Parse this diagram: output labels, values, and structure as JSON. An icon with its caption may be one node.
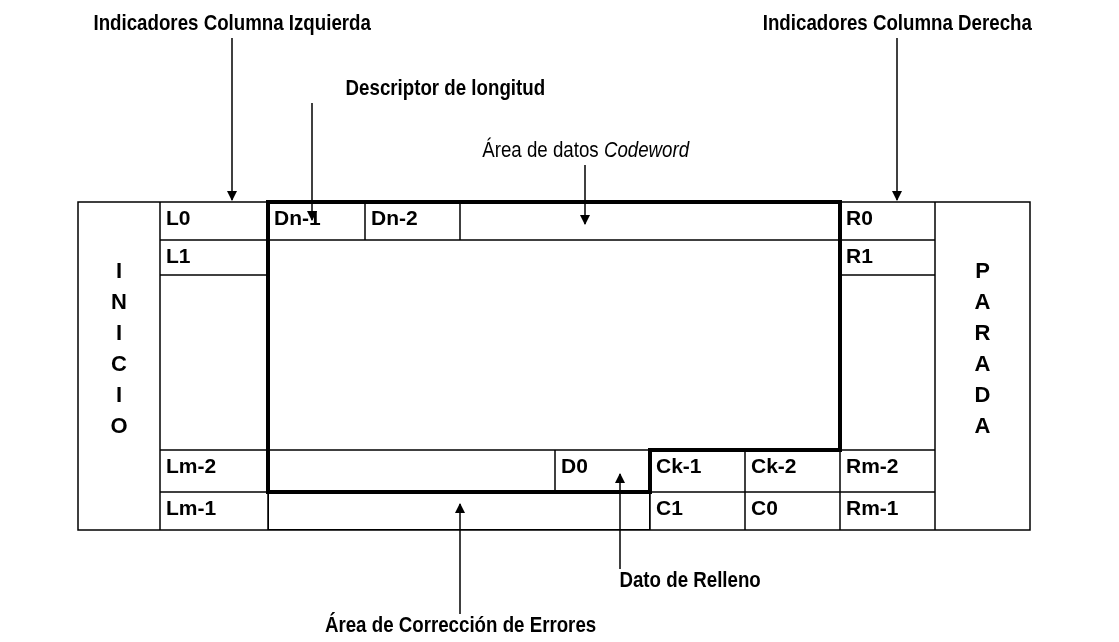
{
  "diagram": {
    "nodes": [
      {
        "text": [
          "Indicadores Columna Izquierda"
        ]
      },
      {
        "text": [
          "Indicadores Columna Derecha"
        ]
      },
      {
        "text": [
          "Descriptor de longitud"
        ]
      },
      {
        "text": [
          "Área de datos *Codeword*"
        ]
      },
      {
        "text": [
          "Dato de Relleno"
        ]
      },
      {
        "text": [
          "Área de Corrección de Errores"
        ]
      },
      {
        "text": [
          "INICIO"
        ]
      },
      {
        "text": [
          "L0"
        ]
      },
      {
        "text": [
          "Dn-1"
        ],
        "in": 14
      },
      {
        "text": [
          "Dn-2"
        ],
        "in": 14
      },
      {
        "text": [
          "R0"
        ]
      },
      {
        "text": [
          "PARADA"
        ]
      },
      {
        "text": [
          "L1"
        ]
      },
      {
        "text": [
          "R1"
        ]
      },
      {
        "text": [],
        "shape": "box"
      },
      {
        "text": [
          "Lm-2"
        ]
      },
      {
        "text": [
          "D0"
        ],
        "in": 14
      },
      {
        "text": [
          "Ck-1"
        ]
      },
      {
        "text": [
          "Ck-2"
        ]
      },
      {
        "text": [
          "Rm-2"
        ]
      },
      {
        "text": [
          "Lm-1"
        ]
      },
      {
        "text": [
          "C1"
        ]
      },
      {
        "text": [
          "C0"
        ]
      },
      {
        "text": [
          "Rm-1"
        ]
      },
      {
        "text": [],
        "shape": "box"
      }
    ],
    "edges": [
      {
        "from": 0,
        "to": 7,
        "arrow": "to"
      },
      {
        "from": 1,
        "to": 10,
        "arrow": "to"
      },
      {
        "from": 2,
        "to": 8,
        "arrow": "to"
      },
      {
        "from": 3,
        "to": 14,
        "arrow": "to"
      },
      {
        "from": 4,
        "to": 16,
        "arrow": "to"
      },
      {
        "from": 5,
        "to": 24,
        "arrow": "to"
      }
    ]
  }
}
